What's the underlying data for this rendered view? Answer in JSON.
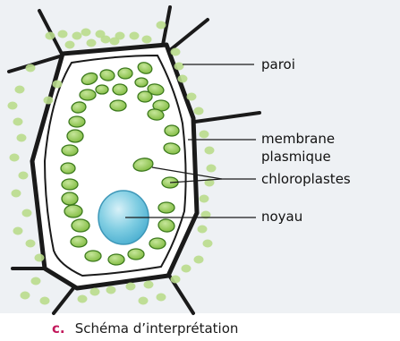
{
  "figure": {
    "labels": {
      "paroi": "paroi",
      "membrane_line1": "membrane",
      "membrane_line2": "plasmique",
      "chloroplastes": "chloroplastes",
      "noyau": "noyau"
    },
    "caption": {
      "letter": "c.",
      "text": "Schéma d’interprétation"
    },
    "colors": {
      "chloroplast_fill": "#8dc63f",
      "chloroplast_stroke": "#3d7a1e",
      "nucleus_fill": "#6fc6dc",
      "wall_fill": "#ffffff",
      "wall_stroke": "#1a1a1a",
      "background": "#eef1f4",
      "outside_dots": "#b9dc8c"
    }
  }
}
